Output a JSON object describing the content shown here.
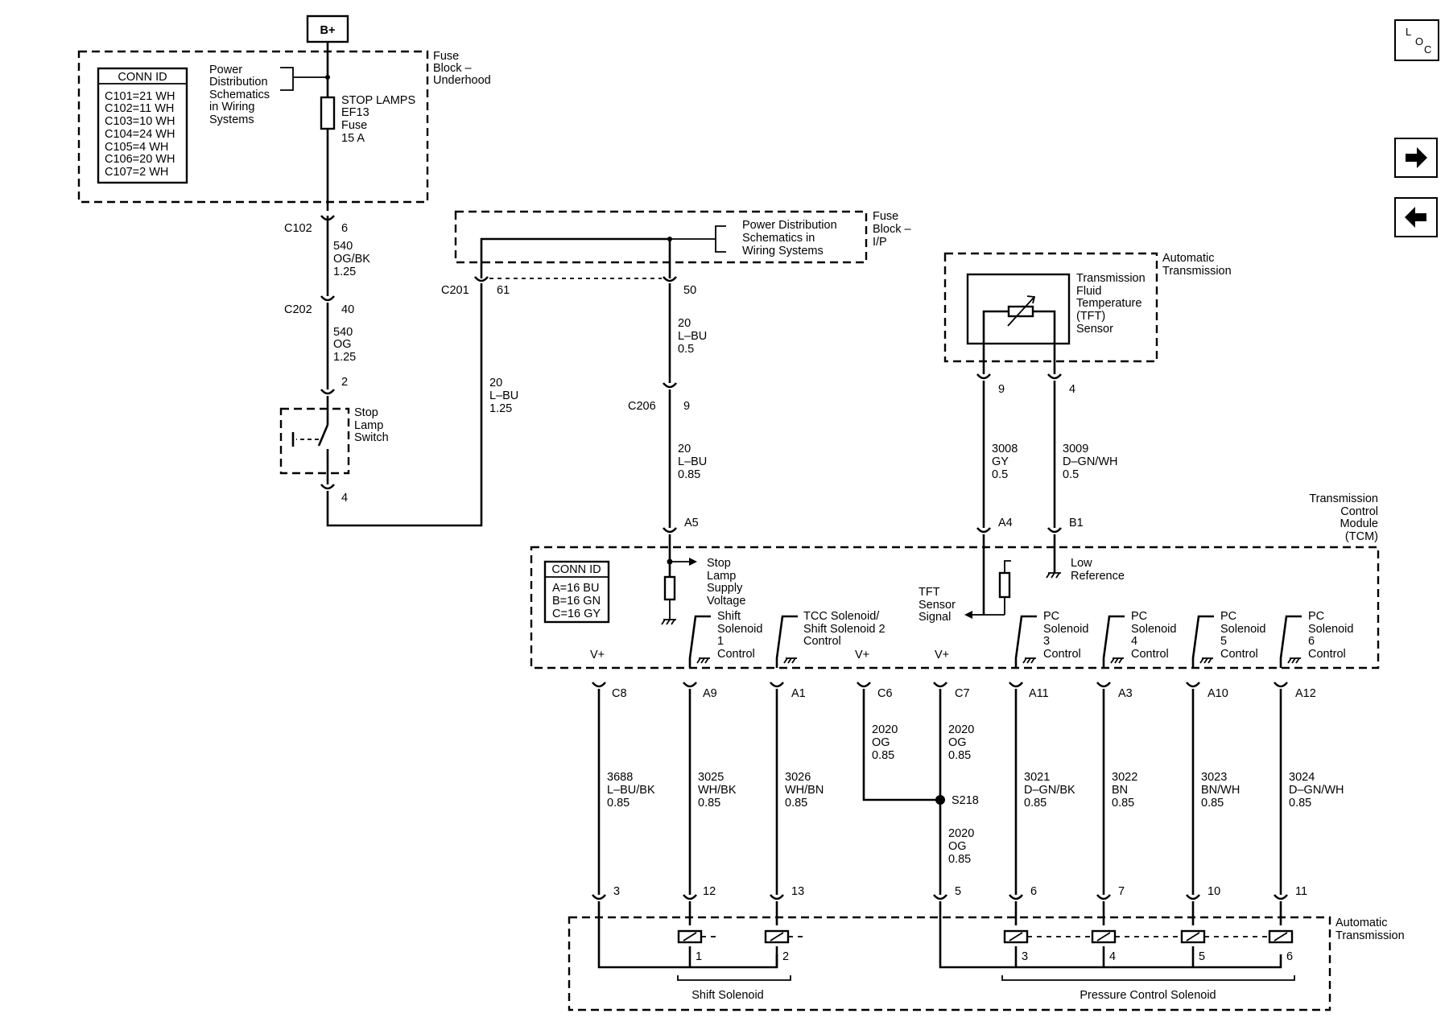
{
  "header": {
    "battery_label": "B+"
  },
  "nav": {
    "loc_letters": [
      "L",
      "O",
      "C"
    ]
  },
  "top_fuse_block": {
    "title": [
      "Fuse",
      "Block –",
      "Underhood"
    ],
    "conn_id_title": "CONN ID",
    "conn_ids": [
      "C101=21 WH",
      "C102=11 WH",
      "C103=10 WH",
      "C104=24 WH",
      "C105=4 WH",
      "C106=20 WH",
      "C107=2 WH"
    ],
    "power_dist_note": [
      "Power",
      "Distribution",
      "Schematics",
      "in Wiring",
      "Systems"
    ],
    "fuse_label": [
      "STOP LAMPS",
      "EF13",
      "Fuse",
      "15 A"
    ]
  },
  "ip_fuse_block": {
    "title": [
      "Fuse",
      "Block –",
      "I/P"
    ],
    "power_dist_note": [
      "Power Distribution",
      "Schematics in",
      "Wiring Systems"
    ]
  },
  "left_chain": {
    "c102": {
      "connector": "C102",
      "pin": "6",
      "wire": [
        "540",
        "OG/BK",
        "1.25"
      ]
    },
    "c202": {
      "connector": "C202",
      "pin": "40",
      "wire": [
        "540",
        "OG",
        "1.25"
      ]
    },
    "switch_top_pin": "2",
    "switch_label": [
      "Stop",
      "Lamp",
      "Switch"
    ],
    "switch_bottom_pin": "4",
    "c201": {
      "connector": "C201",
      "pin": "61",
      "wire": [
        "20",
        "L–BU",
        "1.25"
      ]
    }
  },
  "middle_chain": {
    "pin_50": "50",
    "wire_a": [
      "20",
      "L–BU",
      "0.5"
    ],
    "c206": {
      "connector": "C206",
      "pin": "9"
    },
    "wire_b": [
      "20",
      "L–BU",
      "0.85"
    ],
    "tcm_pin": "A5"
  },
  "tft": {
    "enclosure": [
      "Automatic",
      "Transmission"
    ],
    "sensor_label": [
      "Transmission",
      "Fluid",
      "Temperature",
      "(TFT)",
      "Sensor"
    ],
    "pin_left": "9",
    "pin_right": "4",
    "wire_left": [
      "3008",
      "GY",
      "0.5"
    ],
    "wire_right": [
      "3009",
      "D–GN/WH",
      "0.5"
    ],
    "tcm_pin_left": "A4",
    "tcm_pin_right": "B1"
  },
  "tcm": {
    "title": [
      "Transmission",
      "Control",
      "Module",
      "(TCM)"
    ],
    "conn_id_title": "CONN ID",
    "conn_ids": [
      "A=16 BU",
      "B=16 GN",
      "C=16 GY"
    ],
    "stop_lamp_supply": [
      "Stop",
      "Lamp",
      "Supply",
      "Voltage"
    ],
    "tft_signal": [
      "TFT",
      "Sensor",
      "Signal"
    ],
    "low_reference": [
      "Low",
      "Reference"
    ],
    "shift_sol_1": [
      "Shift",
      "Solenoid",
      "1",
      "Control"
    ],
    "tcc_sol": [
      "TCC Solenoid/",
      "Shift Solenoid 2",
      "Control"
    ],
    "pc_labels": [
      [
        "PC",
        "Solenoid",
        "3",
        "Control"
      ],
      [
        "PC",
        "Solenoid",
        "4",
        "Control"
      ],
      [
        "PC",
        "Solenoid",
        "5",
        "Control"
      ],
      [
        "PC",
        "Solenoid",
        "6",
        "Control"
      ]
    ],
    "vplus": "V+"
  },
  "bottom_wires": [
    {
      "tcm_pin": "C8",
      "wire": [
        "3688",
        "L–BU/BK",
        "0.85"
      ],
      "trans_pin": "3",
      "vplus": true
    },
    {
      "tcm_pin": "A9",
      "wire": [
        "3025",
        "WH/BK",
        "0.85"
      ],
      "trans_pin": "12"
    },
    {
      "tcm_pin": "A1",
      "wire": [
        "3026",
        "WH/BN",
        "0.85"
      ],
      "trans_pin": "13"
    },
    {
      "tcm_pin": "C6",
      "wire": [
        "2020",
        "OG",
        "0.85"
      ],
      "vplus": true
    },
    {
      "tcm_pin": "C7",
      "wire": [
        "2020",
        "OG",
        "0.85"
      ],
      "wire_lower": [
        "2020",
        "OG",
        "0.85"
      ],
      "splice": "S218",
      "trans_pin": "5",
      "vplus": true
    },
    {
      "tcm_pin": "A11",
      "wire": [
        "3021",
        "D–GN/BK",
        "0.85"
      ],
      "trans_pin": "6"
    },
    {
      "tcm_pin": "A3",
      "wire": [
        "3022",
        "BN",
        "0.85"
      ],
      "trans_pin": "7"
    },
    {
      "tcm_pin": "A10",
      "wire": [
        "3023",
        "BN/WH",
        "0.85"
      ],
      "trans_pin": "10"
    },
    {
      "tcm_pin": "A12",
      "wire": [
        "3024",
        "D–GN/WH",
        "0.85"
      ],
      "trans_pin": "11"
    }
  ],
  "auto_trans_bottom": {
    "title": [
      "Automatic",
      "Transmission"
    ],
    "solenoid_numbers": [
      "1",
      "2",
      "3",
      "4",
      "5",
      "6"
    ],
    "shift_group": "Shift Solenoid",
    "pressure_group": "Pressure Control Solenoid"
  }
}
